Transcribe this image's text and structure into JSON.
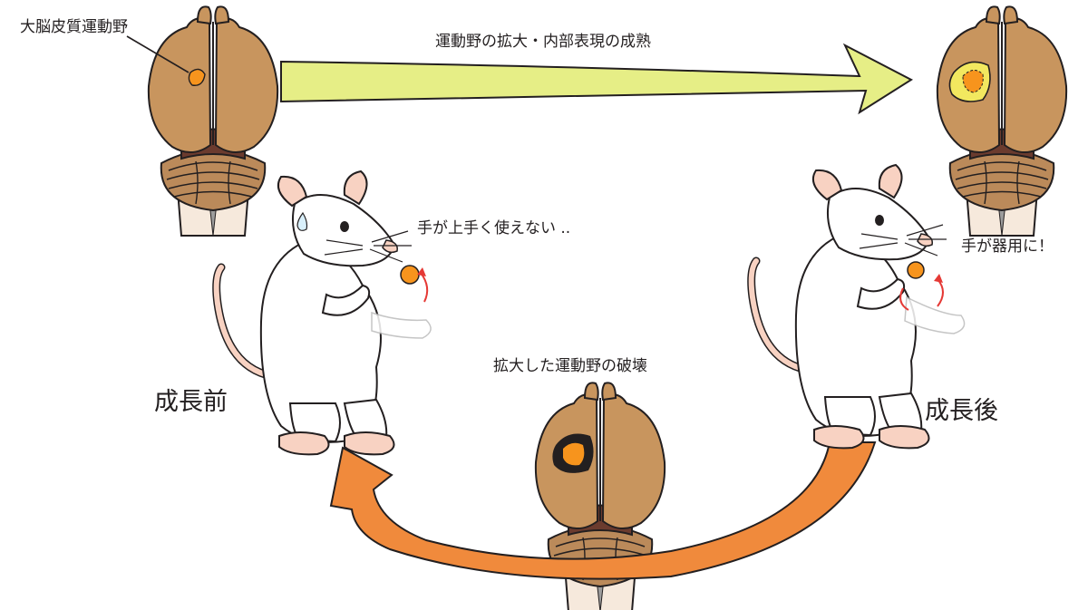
{
  "labels": {
    "motor_cortex": "大脳皮質運動野",
    "expansion": "運動野の拡大・内部表現の成熟",
    "clumsy": "手が上手く使えない ..",
    "dexterous": "手が器用に！",
    "destruction": "拡大した運動野の破壊",
    "before_growth": "成長前",
    "after_growth": "成長後"
  },
  "colors": {
    "brain_hemisphere": "#c8955e",
    "brain_outline": "#231f20",
    "cerebellum": "#bb8a5a",
    "brainstem": "#f6e9dc",
    "midline_dark": "#6b3b2e",
    "motor_area": "#f7941d",
    "expanded_area": "#f2e85f",
    "lesion": "#231f20",
    "growth_arrow": "#e6ee86",
    "recovery_arrow": "#f08a3c",
    "rat_body": "#ffffff",
    "rat_pink": "#f8d2c2",
    "food_pellet": "#f7941d",
    "motion_arrow": "#e53935"
  },
  "icons": [
    "brain-icon",
    "rat-icon",
    "arrow-icon",
    "sweat-drop-icon",
    "food-pellet-icon"
  ]
}
